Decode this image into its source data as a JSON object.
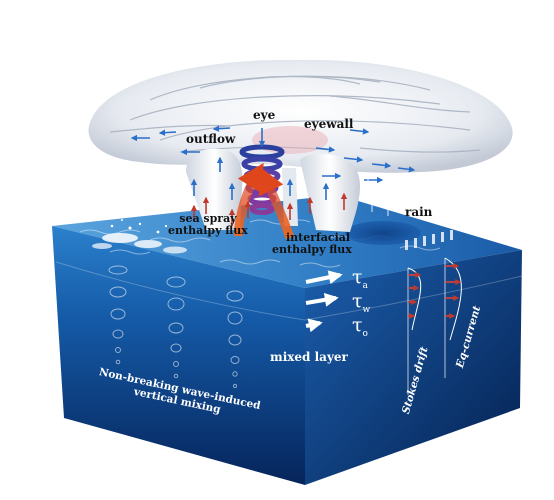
{
  "labels": {
    "eye": "eye",
    "eyewall": "eyewall",
    "outflow": "outflow",
    "rain": "rain",
    "sea_spray_line1": "sea spray",
    "sea_spray_line2": "enthalpy flux",
    "interfacial_line1": "interfacial",
    "interfacial_line2": "enthalpy flux",
    "mixed_layer": "mixed layer",
    "tau_a": "τ",
    "tau_a_sub": "a",
    "tau_w": "τ",
    "tau_w_sub": "w",
    "tau_o": "τ",
    "tau_o_sub": "o",
    "stokes_drift": "Stokes drift",
    "eq_current": "Eq-current",
    "non_breaking_line1": "Non-breaking wave-induced",
    "non_breaking_line2": "vertical mixing"
  },
  "colors": {
    "ocean_top": "#3f8fd0",
    "ocean_deep": "#08285e",
    "ocean_side": "#0a3a7a",
    "cloud": "#eef1f5",
    "cloud_shadow": "#b9c2cf",
    "arrow_blue": "#2a6fc9",
    "arrow_red": "#c0392b",
    "eye_purple": "#6b3fa0",
    "heat_flux": "#e2541f"
  }
}
